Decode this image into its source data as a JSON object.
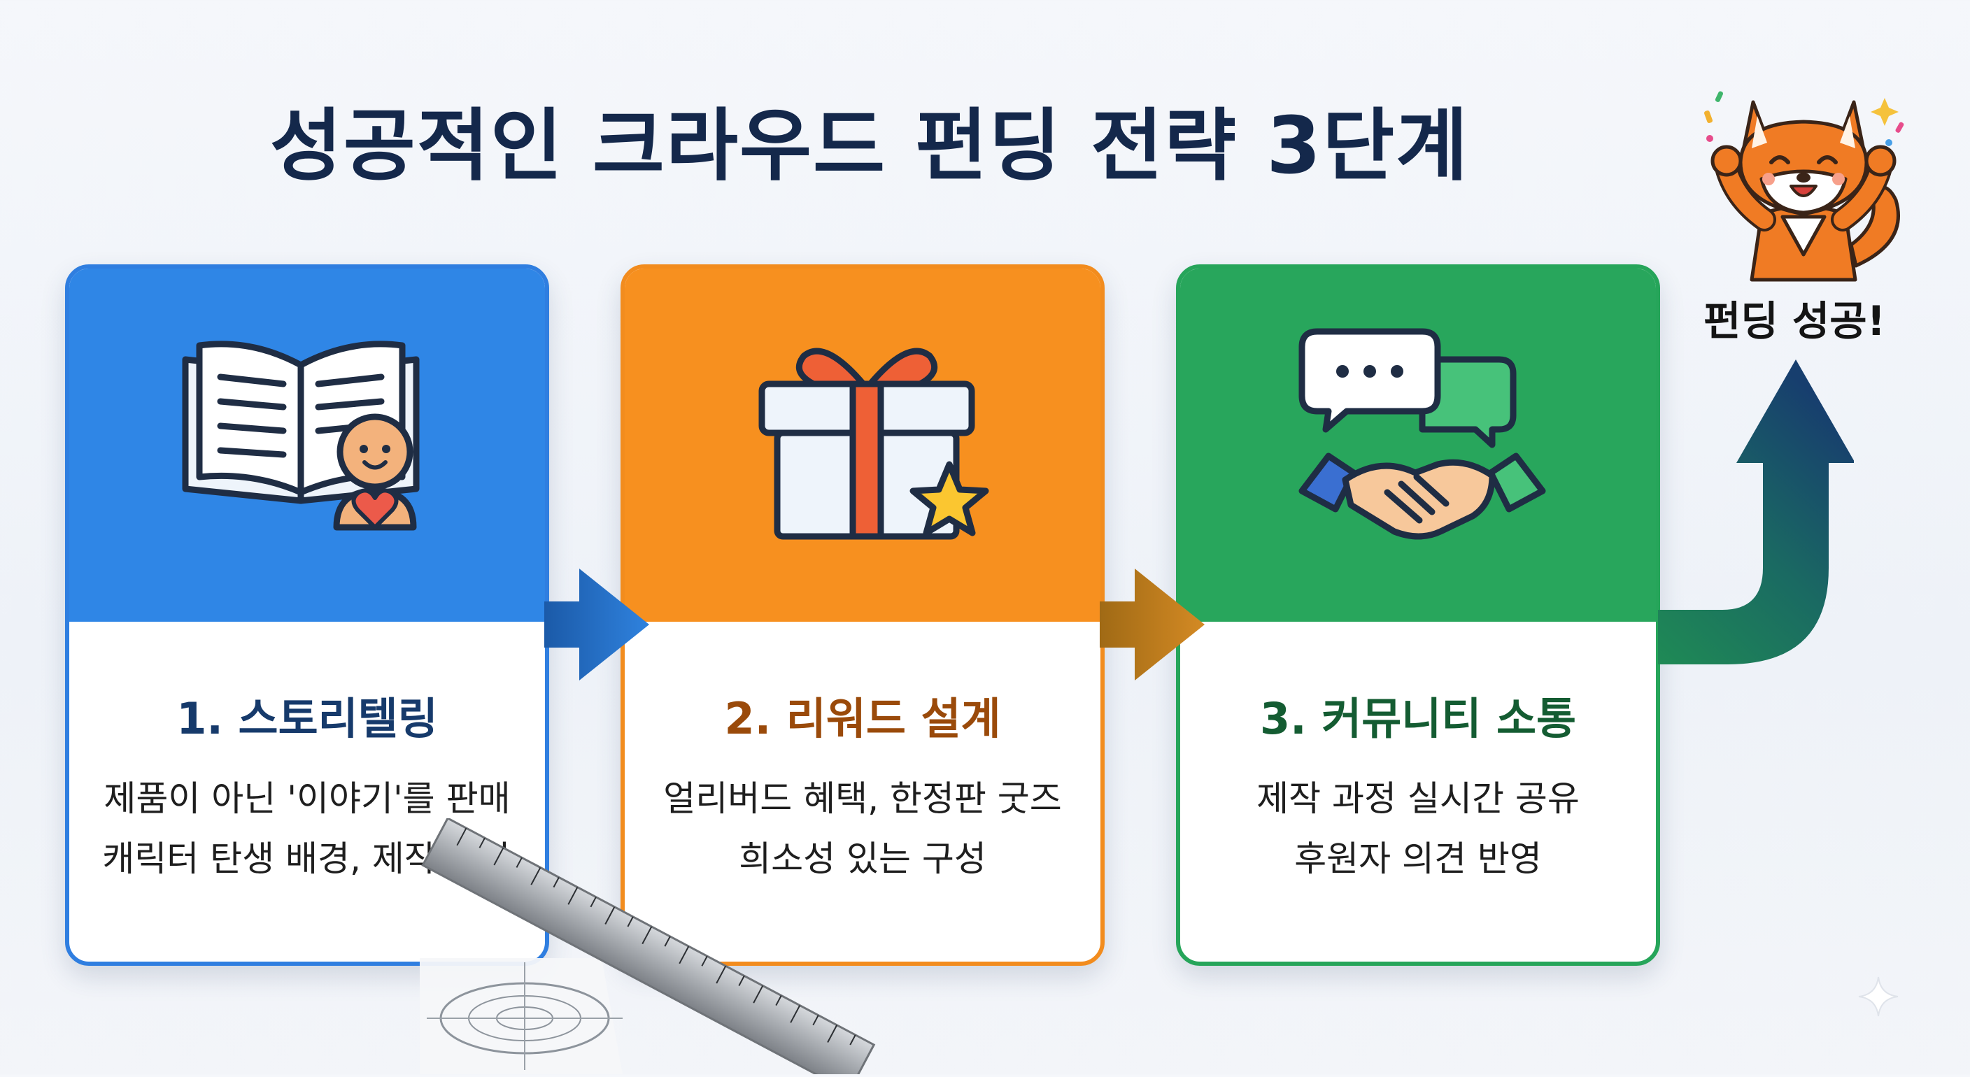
{
  "title": "성공적인 크라우드 펀딩 전략 3단계",
  "steps": [
    {
      "heading": "1. 스토리텔링",
      "line1": "제품이 아닌 '이야기'를 판매",
      "line2": "캐릭터 탄생 배경, 제작 서사",
      "icon": "book-with-character-icon",
      "color": "#2f86e6"
    },
    {
      "heading": "2. 리워드 설계",
      "line1": "얼리버드 혜택, 한정판 굿즈",
      "line2": "희소성 있는 구성",
      "icon": "gift-box-icon",
      "color": "#f7901f"
    },
    {
      "heading": "3. 커뮤니티 소통",
      "line1": "제작 과정 실시간 공유",
      "line2": "후원자 의견 반영",
      "icon": "chat-handshake-icon",
      "color": "#28a65c"
    }
  ],
  "success": {
    "label": "펀딩 성공!",
    "mascot": "cheering-fox-icon",
    "arrow_color": "#1a5a6e"
  }
}
